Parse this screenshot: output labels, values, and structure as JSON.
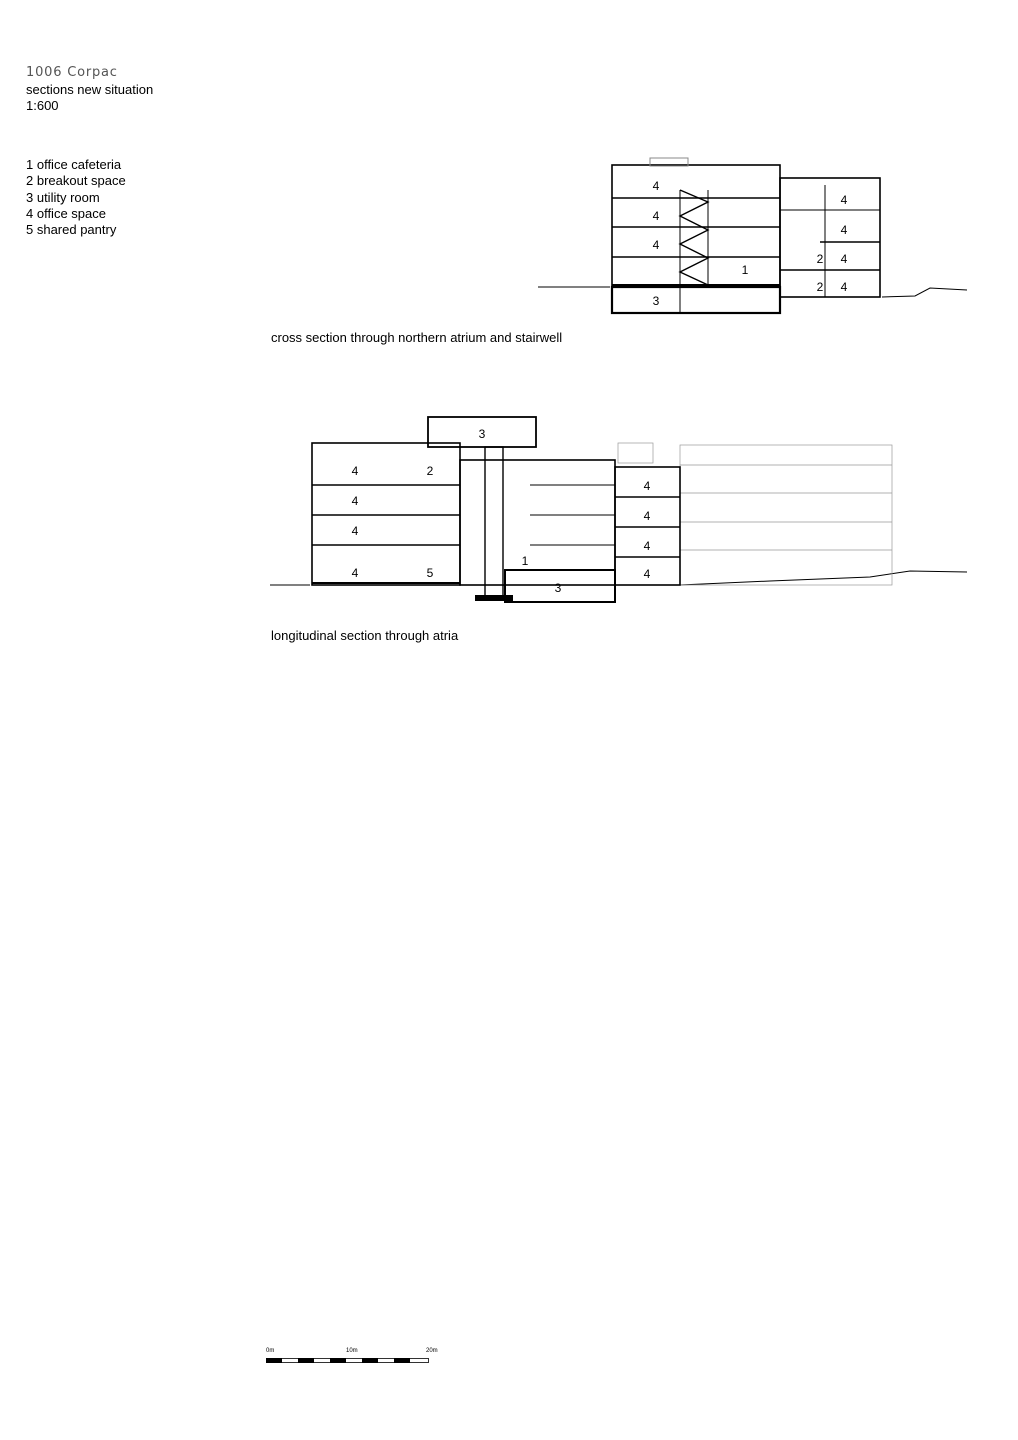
{
  "header": {
    "title": "1006  Corpac",
    "subtitle": "sections new situation",
    "scale": "1:600"
  },
  "legend": [
    "1 office cafeteria",
    "2 breakout space",
    "3 utility room",
    "4 office space",
    "5 shared pantry"
  ],
  "cross_section": {
    "caption": "cross section through northern atrium and stairwell",
    "labels": [
      "4",
      "4",
      "4",
      "1",
      "3",
      "4",
      "4",
      "2",
      "4",
      "2",
      "4"
    ]
  },
  "longitudinal_section": {
    "caption": "longitudinal section through atria",
    "labels": [
      "3",
      "4",
      "2",
      "4",
      "4",
      "4",
      "5",
      "1",
      "3",
      "4",
      "4",
      "4",
      "4"
    ]
  },
  "scale_bar": {
    "labels": [
      "0m",
      "10m",
      "20m"
    ]
  }
}
